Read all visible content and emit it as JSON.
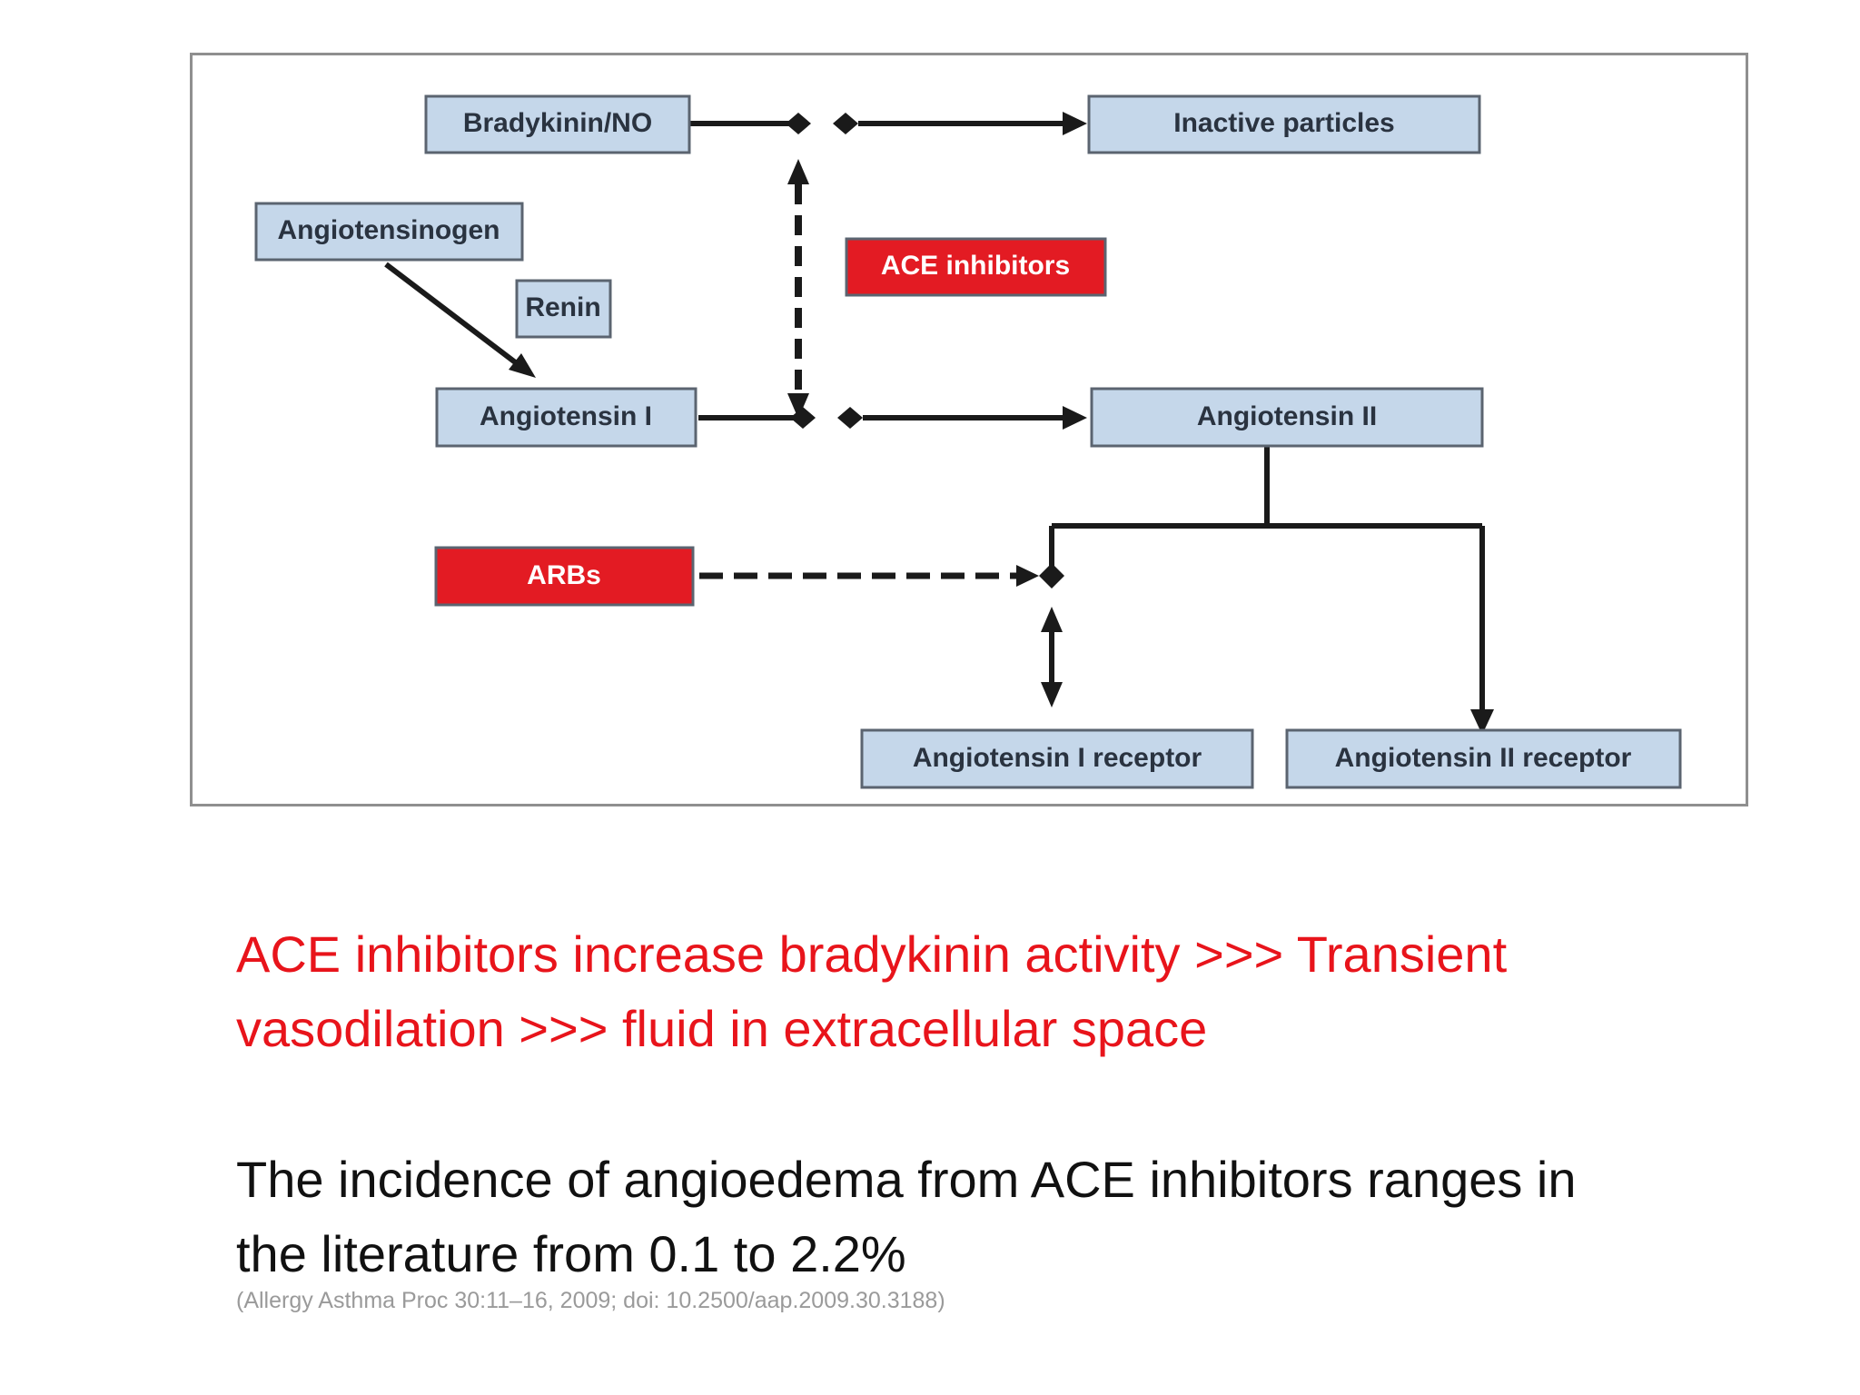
{
  "colors": {
    "box_fill": "#c5d7ea",
    "box_border": "#5b6470",
    "inhibitor_fill": "#e31b23",
    "text_dark": "#2a3340",
    "line": "#1a1a1a",
    "caption_red": "#e8141b",
    "caption_black": "#111111",
    "citation_gray": "#9a9a9a"
  },
  "diagram": {
    "boxes": {
      "bradykinin": "Bradykinin/NO",
      "inactive": "Inactive particles",
      "angiotensinogen": "Angiotensinogen",
      "renin": "Renin",
      "ace_inhibitors": "ACE inhibitors",
      "angiotensin_1": "Angiotensin I",
      "angiotensin_2": "Angiotensin II",
      "arbs": "ARBs",
      "at1_receptor": "Angiotensin I receptor",
      "at2_receptor": "Angiotensin II receptor"
    }
  },
  "captions": {
    "red_line1": "ACE inhibitors increase bradykinin activity >>> Transient",
    "red_line2": "vasodilation >>> fluid in extracellular space",
    "black_line1": "The incidence of angioedema from ACE inhibitors ranges in",
    "black_line2": "the literature from 0.1 to 2.2%",
    "citation": "(Allergy Asthma Proc 30:11–16, 2009; doi: 10.2500/aap.2009.30.3188)"
  }
}
